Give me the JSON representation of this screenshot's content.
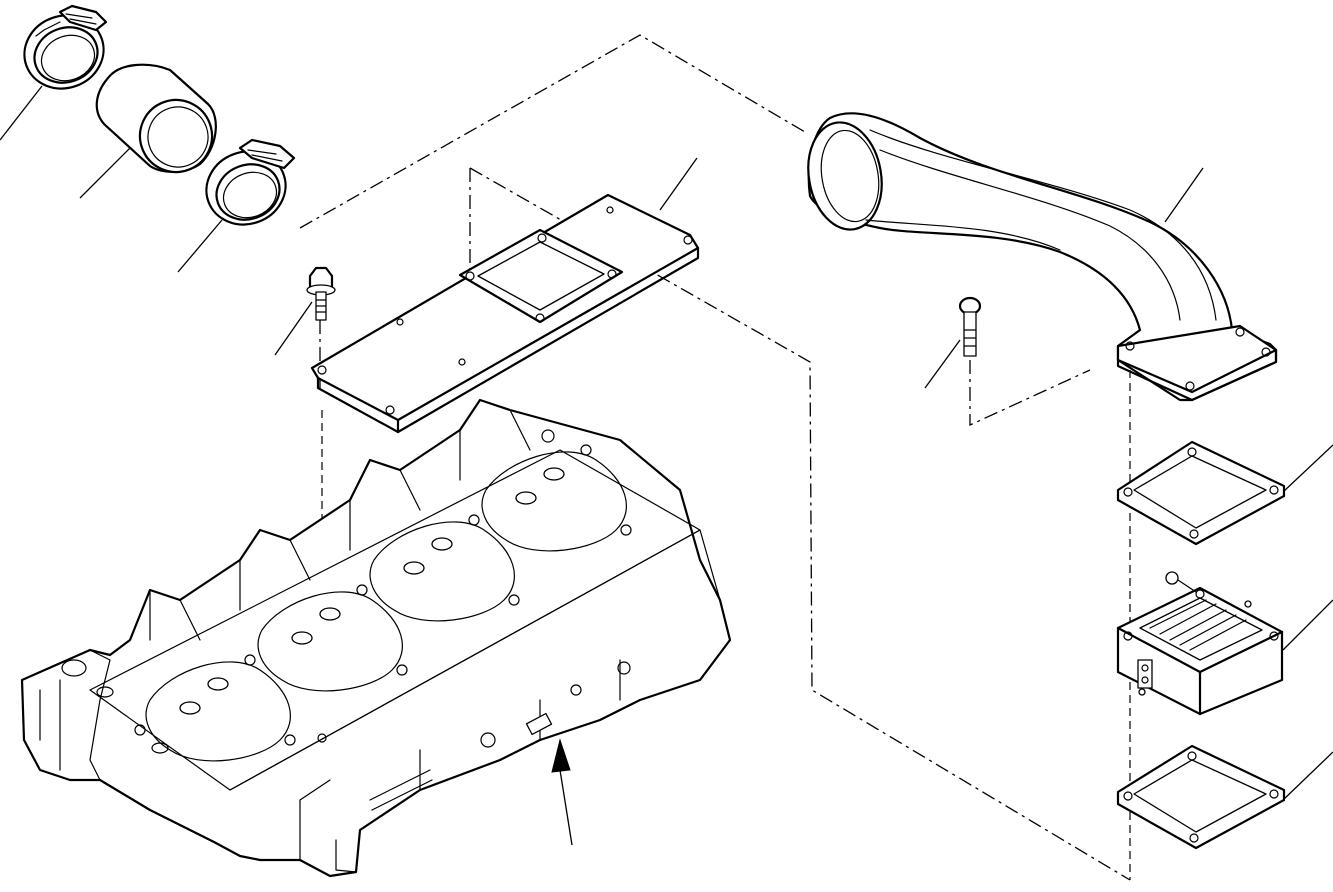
{
  "diagram": {
    "parts": [
      {
        "name": "hose-clamp-upper"
      },
      {
        "name": "hose-sleeve"
      },
      {
        "name": "hose-clamp-lower"
      },
      {
        "name": "intake-cover-plate"
      },
      {
        "name": "flange-bolt-left"
      },
      {
        "name": "cylinder-head"
      },
      {
        "name": "intake-elbow-pipe"
      },
      {
        "name": "flange-bolt-right"
      },
      {
        "name": "gasket-upper"
      },
      {
        "name": "grid-heater"
      },
      {
        "name": "gasket-lower"
      }
    ]
  }
}
